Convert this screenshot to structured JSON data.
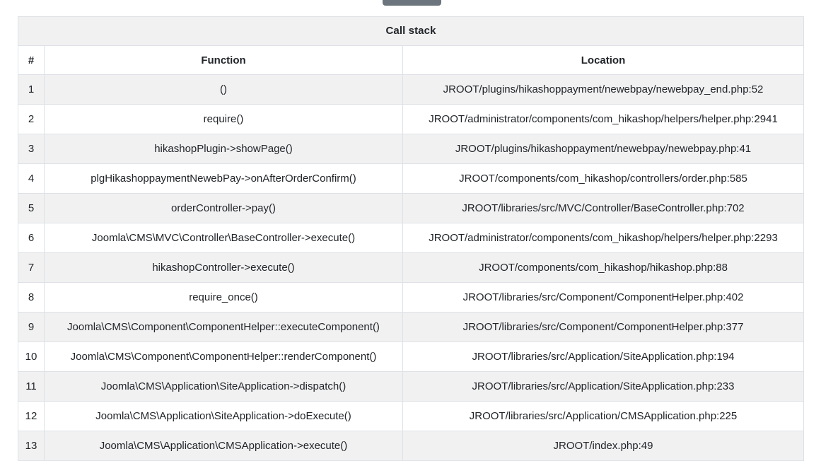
{
  "top_button": {
    "label": ""
  },
  "table": {
    "caption": "Call stack",
    "columns": {
      "number": "#",
      "function": "Function",
      "location": "Location"
    },
    "rows": [
      {
        "num": "1",
        "function": "()",
        "location": "JROOT/plugins/hikashoppayment/newebpay/newebpay_end.php:52"
      },
      {
        "num": "2",
        "function": "require()",
        "location": "JROOT/administrator/components/com_hikashop/helpers/helper.php:2941"
      },
      {
        "num": "3",
        "function": "hikashopPlugin->showPage()",
        "location": "JROOT/plugins/hikashoppayment/newebpay/newebpay.php:41"
      },
      {
        "num": "4",
        "function": "plgHikashoppaymentNewebPay->onAfterOrderConfirm()",
        "location": "JROOT/components/com_hikashop/controllers/order.php:585"
      },
      {
        "num": "5",
        "function": "orderController->pay()",
        "location": "JROOT/libraries/src/MVC/Controller/BaseController.php:702"
      },
      {
        "num": "6",
        "function": "Joomla\\CMS\\MVC\\Controller\\BaseController->execute()",
        "location": "JROOT/administrator/components/com_hikashop/helpers/helper.php:2293"
      },
      {
        "num": "7",
        "function": "hikashopController->execute()",
        "location": "JROOT/components/com_hikashop/hikashop.php:88"
      },
      {
        "num": "8",
        "function": "require_once()",
        "location": "JROOT/libraries/src/Component/ComponentHelper.php:402"
      },
      {
        "num": "9",
        "function": "Joomla\\CMS\\Component\\ComponentHelper::executeComponent()",
        "location": "JROOT/libraries/src/Component/ComponentHelper.php:377"
      },
      {
        "num": "10",
        "function": "Joomla\\CMS\\Component\\ComponentHelper::renderComponent()",
        "location": "JROOT/libraries/src/Application/SiteApplication.php:194"
      },
      {
        "num": "11",
        "function": "Joomla\\CMS\\Application\\SiteApplication->dispatch()",
        "location": "JROOT/libraries/src/Application/SiteApplication.php:233"
      },
      {
        "num": "12",
        "function": "Joomla\\CMS\\Application\\SiteApplication->doExecute()",
        "location": "JROOT/libraries/src/Application/CMSApplication.php:225"
      },
      {
        "num": "13",
        "function": "Joomla\\CMS\\Application\\CMSApplication->execute()",
        "location": "JROOT/index.php:49"
      }
    ]
  },
  "colors": {
    "stripe": "#f1f1f2",
    "border": "#dee2e6",
    "text": "#212529",
    "button": "#6c757d"
  }
}
